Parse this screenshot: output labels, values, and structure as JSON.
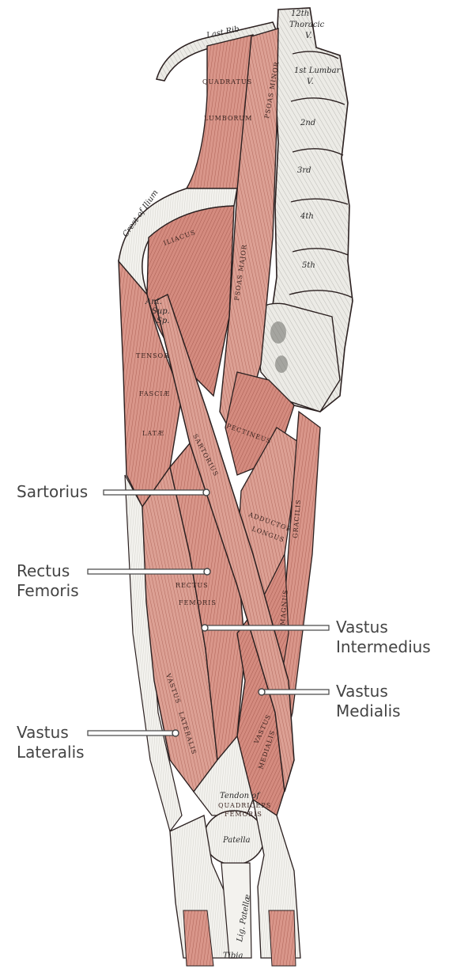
{
  "colors": {
    "muscle": "#d9968a",
    "muscle_dark": "#b86a5e",
    "bone": "#ecebe6",
    "ink": "#2b2020",
    "callout_text": "#444444",
    "leader": "#444444"
  },
  "callouts": {
    "sartorius": {
      "lines": [
        "Sartorius"
      ]
    },
    "rectus_femoris": {
      "lines": [
        "Rectus",
        "Femoris"
      ]
    },
    "vastus_intermedius": {
      "lines": [
        "Vastus",
        "Intermedius"
      ]
    },
    "vastus_medialis": {
      "lines": [
        "Vastus",
        "Medialis"
      ]
    },
    "vastus_lateralis": {
      "lines": [
        "Vastus",
        "Lateralis"
      ]
    }
  },
  "illustration_labels": {
    "thoracic_12": "12th",
    "thoracic_word": "Thoracic",
    "v1": "V.",
    "lumbar_1": "1st Lumbar",
    "v2": "V.",
    "lumbar_2": "2nd",
    "lumbar_3": "3rd",
    "lumbar_4": "4th",
    "lumbar_5": "5th",
    "last_rib": "Last Rib",
    "quadratus": "QUADRATUS",
    "lumborum": "LUMBORUM",
    "psoas_minor": "PSOAS MINOR",
    "crest_of_ilium": "Crest of Ilium",
    "iliacus": "ILIACUS",
    "psoas_major": "PSOAS MAJOR",
    "ant": "Ant.",
    "sup": "Sup.",
    "sp": "Sp.",
    "tensor": "TENSOR",
    "fasciae": "FASCIÆ",
    "latae": "LATÆ",
    "pectineus": "PECTINEUS",
    "sartorius": "SARTORIUS",
    "adductor": "ADDUCTOR",
    "longus": "LONGUS",
    "gracilis": "GRACILIS",
    "rectus": "RECTUS",
    "femoris": "FEMORIS",
    "magnus": "MAGNUS",
    "vastus_l": "VASTUS",
    "lateralis": "LATERALIS",
    "vastus_m": "VASTUS",
    "medialis": "MEDIALIS",
    "tendon_of": "Tendon of",
    "quadriceps": "QUADRICEPS",
    "femoris2": "FEMORIS",
    "patella": "Patella",
    "lig_patellae": "Lig. Patellæ",
    "tibia": "Tibia"
  }
}
